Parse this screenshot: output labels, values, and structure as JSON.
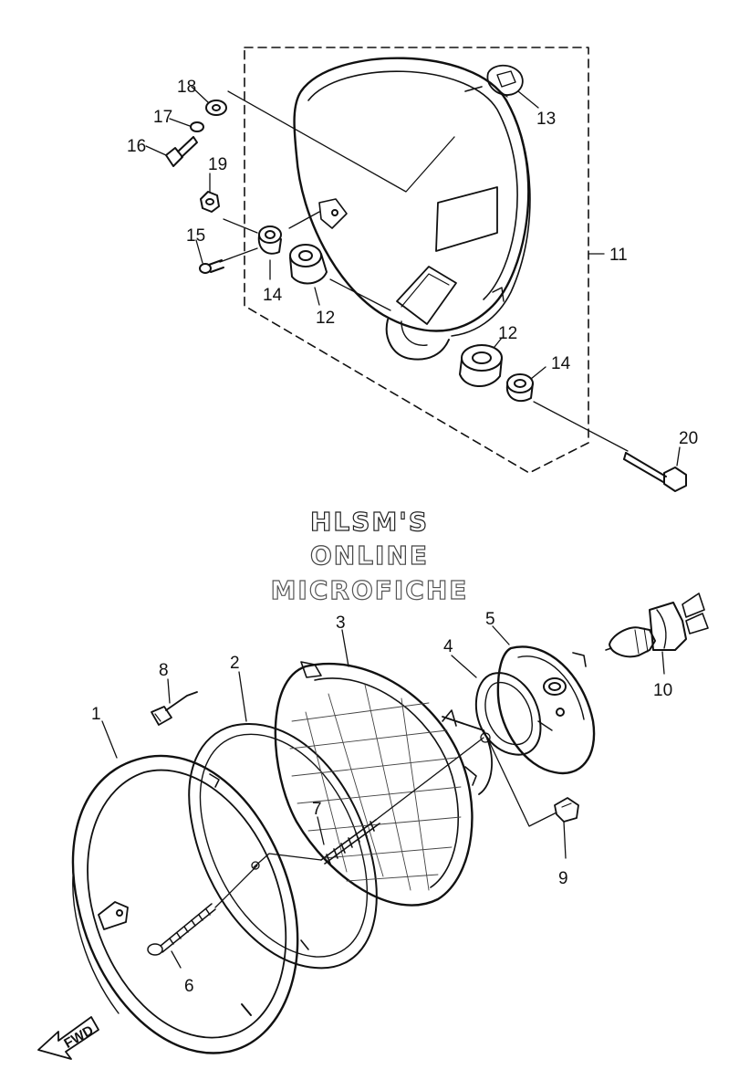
{
  "watermark": {
    "line1": "HLSM'S",
    "line2": "ONLINE",
    "line3": "MICROFICHE"
  },
  "direction_arrow": "FWD",
  "callouts": {
    "c1": "1",
    "c2": "2",
    "c3": "3",
    "c4": "4",
    "c5": "5",
    "c6": "6",
    "c7": "7",
    "c8": "8",
    "c9": "9",
    "c10": "10",
    "c11": "11",
    "c12a": "12",
    "c12b": "12",
    "c13": "13",
    "c14a": "14",
    "c14b": "14",
    "c15": "15",
    "c16": "16",
    "c17": "17",
    "c18": "18",
    "c19": "19",
    "c20": "20"
  }
}
